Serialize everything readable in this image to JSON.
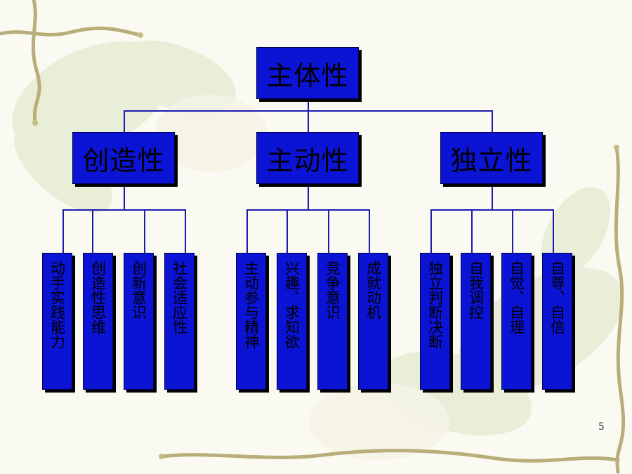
{
  "diagram": {
    "root": "主体性",
    "branches": [
      {
        "label": "创造性",
        "children": [
          "动手实践能力",
          "创造性思维",
          "创新意识",
          "社会适应性"
        ]
      },
      {
        "label": "主动性",
        "children": [
          "主动参与精神",
          "兴趣、求知欲",
          "竞争意识",
          "成就动机"
        ]
      },
      {
        "label": "独立性",
        "children": [
          "独立判断决断",
          "自我调控",
          "自觉、自理",
          "自尊、自信"
        ]
      }
    ]
  },
  "page_number": "5",
  "colors": {
    "box_fill": "#0b14d4",
    "connector": "#1b1bb0",
    "background": "#fbfaf2",
    "vine": "#b9ad7a"
  }
}
